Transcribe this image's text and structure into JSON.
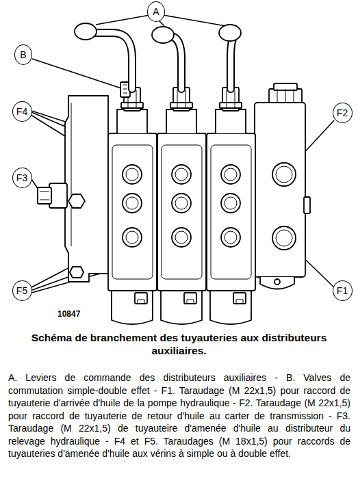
{
  "diagram": {
    "title": "Schéma de branchement des tuyauteries aux distributeurs auxiliaires.",
    "caption": "A. Leviers de commande des distributeurs auxiliaires - B. Valves de commutation simple-double effet - F1. Taraudage (M 22x1,5) pour raccord de tuyauterie d'arrivée d'huile de la pompe hydraulique - F2. Taraudage (M 22x1,5) pour raccord de tuyauterie de retour d'huile au carter de transmission - F3. Taraudage (M 22x1,5) de tuyauteire d'amenée d'huile au distributeur du relevage hydraulique - F4 et F5. Taraudages (M 18x1,5) pour raccords de tuyauteries d'amenée d'huile aux vérins à simple ou à double effet.",
    "nodes": [
      {
        "text": [
          "A"
        ]
      },
      {
        "text": [
          "B"
        ]
      },
      {
        "text": [
          "F4"
        ]
      },
      {
        "text": [
          "F2"
        ]
      },
      {
        "text": [
          "F3"
        ]
      },
      {
        "text": [
          "F5"
        ]
      },
      {
        "text": [
          "F1"
        ]
      }
    ],
    "labels": [
      "10847"
    ]
  }
}
